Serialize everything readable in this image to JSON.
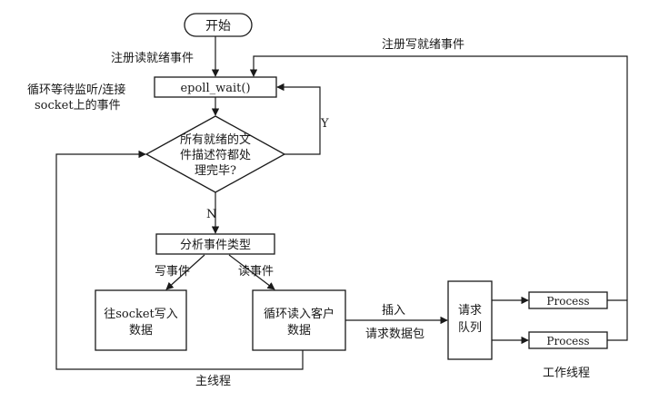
{
  "diagram": {
    "nodes": {
      "start": "开始",
      "epoll_wait": "epoll_wait()",
      "decision": [
        "所有就绪的文",
        "件描述符都处",
        "理完毕?"
      ],
      "analyze": "分析事件类型",
      "write_socket": [
        "往socket写入",
        "数据"
      ],
      "read_client": [
        "循环读入客户",
        "数据"
      ],
      "request_queue": [
        "请求",
        "队列"
      ],
      "process_1": "Process",
      "process_2": "Process"
    },
    "labels": {
      "register_read": "注册读就绪事件",
      "register_write": "注册写就绪事件",
      "loop_wait": [
        "循环等待监听/连接",
        "socket上的事件"
      ],
      "yes": "Y",
      "no": "N",
      "write_event": "写事件",
      "read_event": "读事件",
      "insert": [
        "插入",
        "请求数据包"
      ],
      "main_thread": "主线程",
      "worker_threads": "工作线程"
    }
  }
}
